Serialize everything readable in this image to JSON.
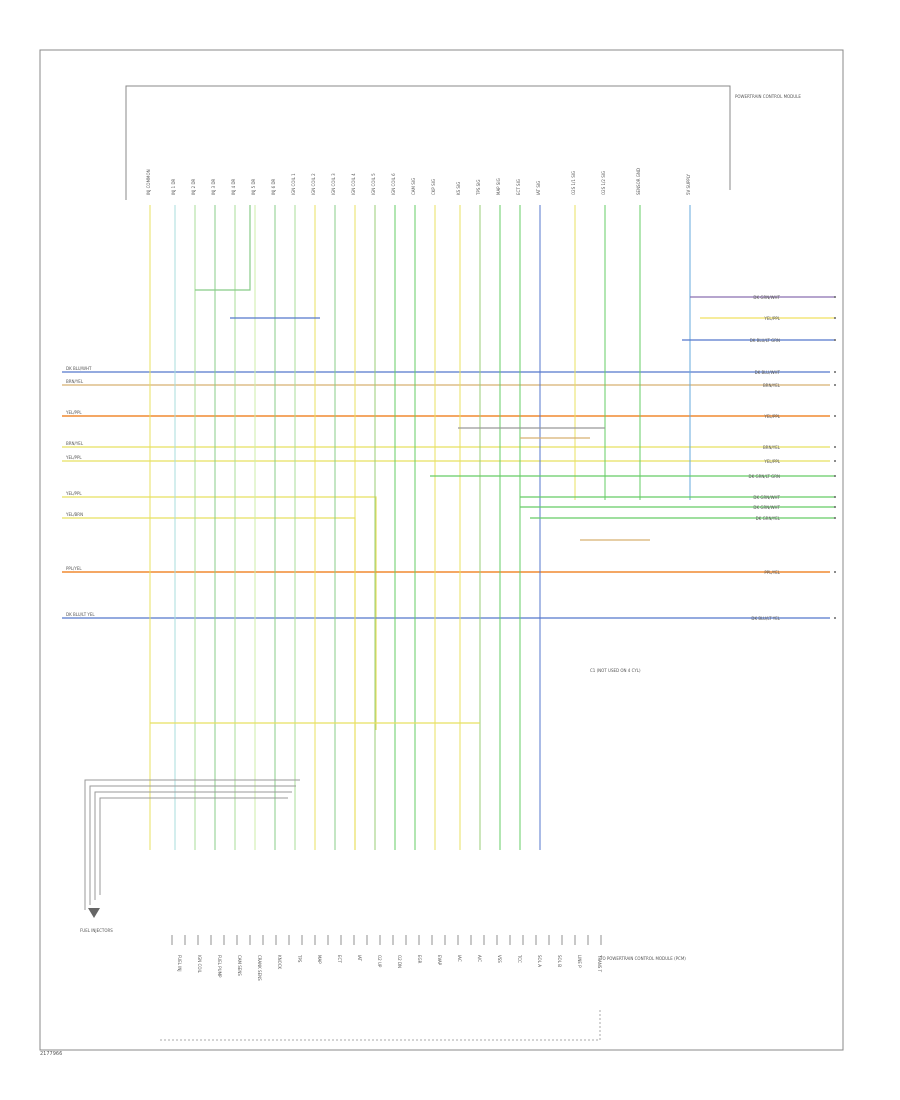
{
  "diagram_id": "2177966",
  "pcm_title": "POWERTRAIN CONTROL MODULE",
  "upper_labels": [
    "INJ COMMON",
    "INJ 1 DR",
    "INJ 2 DR",
    "INJ 3 DR",
    "INJ 4 DR",
    "INJ 5 DR",
    "INJ 6 DR",
    "IGN COIL 1",
    "IGN COIL 2",
    "IGN COIL 3",
    "IGN COIL 4",
    "IGN COIL 5",
    "IGN COIL 6",
    "CAM SIG",
    "CKP SIG",
    "KS SIG",
    "TPS SIG",
    "MAP SIG",
    "ECT SIG",
    "IAT SIG",
    "O2S 1/1 SIG",
    "O2S 1/2 SIG",
    "SENSOR GND",
    "5V SUPPLY"
  ],
  "right_labels": [
    {
      "text": "DK GRN/WHT",
      "color": "#8a6fb0"
    },
    {
      "text": "YEL/PPL",
      "color": "#f0e060"
    },
    {
      "text": "DK BLU/LT GRN",
      "color": "#5577cc"
    },
    {
      "text": "DK BLU/WHT",
      "color": "#5577cc"
    },
    {
      "text": "BRN/YEL",
      "color": "#d8b070"
    },
    {
      "text": "YEL/PPL",
      "color": "#f08a30"
    },
    {
      "text": "BRN/YEL",
      "color": "#e8e060"
    },
    {
      "text": "YEL/PPL",
      "color": "#e8e060"
    },
    {
      "text": "DK GRN/LT GRN",
      "color": "#66cc66"
    },
    {
      "text": "DK GRN/WHT",
      "color": "#66cc66"
    },
    {
      "text": "DK GRN/WHT",
      "color": "#66cc66"
    },
    {
      "text": "DK GRN/YEL",
      "color": "#99cc66"
    },
    {
      "text": "PPL/YEL",
      "color": "#f08a30"
    },
    {
      "text": "DK BLU/LT YEL",
      "color": "#5577cc"
    }
  ],
  "left_labels": [
    {
      "text": "DK BLU/WHT",
      "color": "#5577cc"
    },
    {
      "text": "BRN/YEL",
      "color": "#d8b070"
    },
    {
      "text": "YEL/PPL",
      "color": "#f08a30"
    },
    {
      "text": "BRN/YEL",
      "color": "#e8e060"
    },
    {
      "text": "YEL/PPL",
      "color": "#e8e060"
    },
    {
      "text": "YEL/PPL",
      "color": "#e8e060"
    },
    {
      "text": "YEL/BRN",
      "color": "#e8e060"
    },
    {
      "text": "PPL/YEL",
      "color": "#f08a30"
    },
    {
      "text": "DK BLU/LT YEL",
      "color": "#5577cc"
    }
  ],
  "lower_labels": [
    "FUEL INJ",
    "IGN COIL",
    "FUEL PUMP",
    "CAM SENS",
    "CRANK SENS",
    "KNOCK",
    "TPS",
    "MAP",
    "ECT",
    "IAT",
    "O2 UP",
    "O2 DN",
    "EGR",
    "EVAP",
    "IAC",
    "A/C",
    "VSS",
    "TCC",
    "SOL A",
    "SOL B",
    "LINE P",
    "TRANS T"
  ],
  "fuel_injector_label": "FUEL INJECTORS",
  "connector_note": "C1 (NOT USED ON 4 CYL)",
  "bottom_note": "TO POWERTRAIN CONTROL MODULE (PCM)"
}
